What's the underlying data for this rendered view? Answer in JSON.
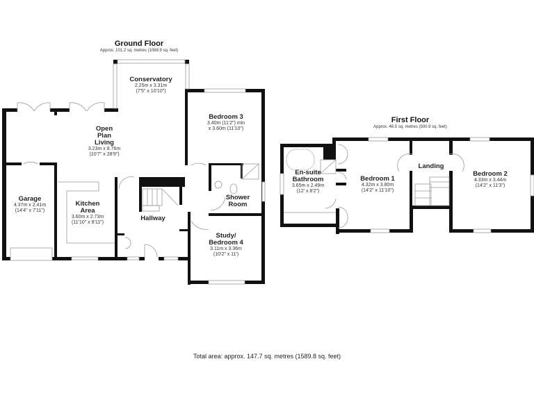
{
  "ground_floor": {
    "title": "Ground Floor",
    "area": "Approx. 101.2 sq. metres (1088.9 sq. feet)",
    "rooms": {
      "conservatory": {
        "name": "Conservatory",
        "dim_m": "2.25m x 3.31m",
        "dim_ft": "(7'5\" x 10'10\")"
      },
      "open_plan_living": {
        "name_line1": "Open",
        "name_line2": "Plan",
        "name_line3": "Living",
        "dim_m": "3.23m x 8.76m",
        "dim_ft": "(10'7\" x 28'9\")"
      },
      "bedroom_3": {
        "name": "Bedroom 3",
        "dim_m": "3.40m (11'2\") min",
        "dim_ft": "x 3.60m (11'10\")"
      },
      "garage": {
        "name": "Garage",
        "dim_m": "4.37m x 2.41m",
        "dim_ft": "(14'4\" x 7'11\")"
      },
      "kitchen_area": {
        "name_line1": "Kitchen",
        "name_line2": "Area",
        "dim_m": "3.60m x 2.73m",
        "dim_ft": "(11'10\" x 8'11\")"
      },
      "hallway": {
        "name": "Hallway"
      },
      "shower_room": {
        "name_line1": "Shower",
        "name_line2": "Room"
      },
      "study_bedroom_4": {
        "name_line1": "Study/",
        "name_line2": "Bedroom 4",
        "dim_m": "3.11m x 3.36m",
        "dim_ft": "(10'2\" x 11')"
      }
    }
  },
  "first_floor": {
    "title": "First Floor",
    "area": "Approx. 46.5 sq. metres (500.9 sq. feet)",
    "rooms": {
      "ensuite_bathroom": {
        "name_line1": "En-suite",
        "name_line2": "Bathroom",
        "dim_m": "3.65m x 2.49m",
        "dim_ft": "(12' x 8'2\")"
      },
      "bedroom_1": {
        "name": "Bedroom 1",
        "dim_m": "4.32m x 3.80m",
        "dim_ft": "(14'2\" x 11'10\")"
      },
      "landing": {
        "name": "Landing"
      },
      "bedroom_2": {
        "name": "Bedroom 2",
        "dim_m": "4.33m x 3.44m",
        "dim_ft": "(14'2\" x 11'3\")"
      }
    }
  },
  "total_area": "Total area: approx. 147.7 sq. metres (1589.8 sq. feet)",
  "colors": {
    "wall": "#111111",
    "window": "#dddddd",
    "fixture": "#999999"
  }
}
